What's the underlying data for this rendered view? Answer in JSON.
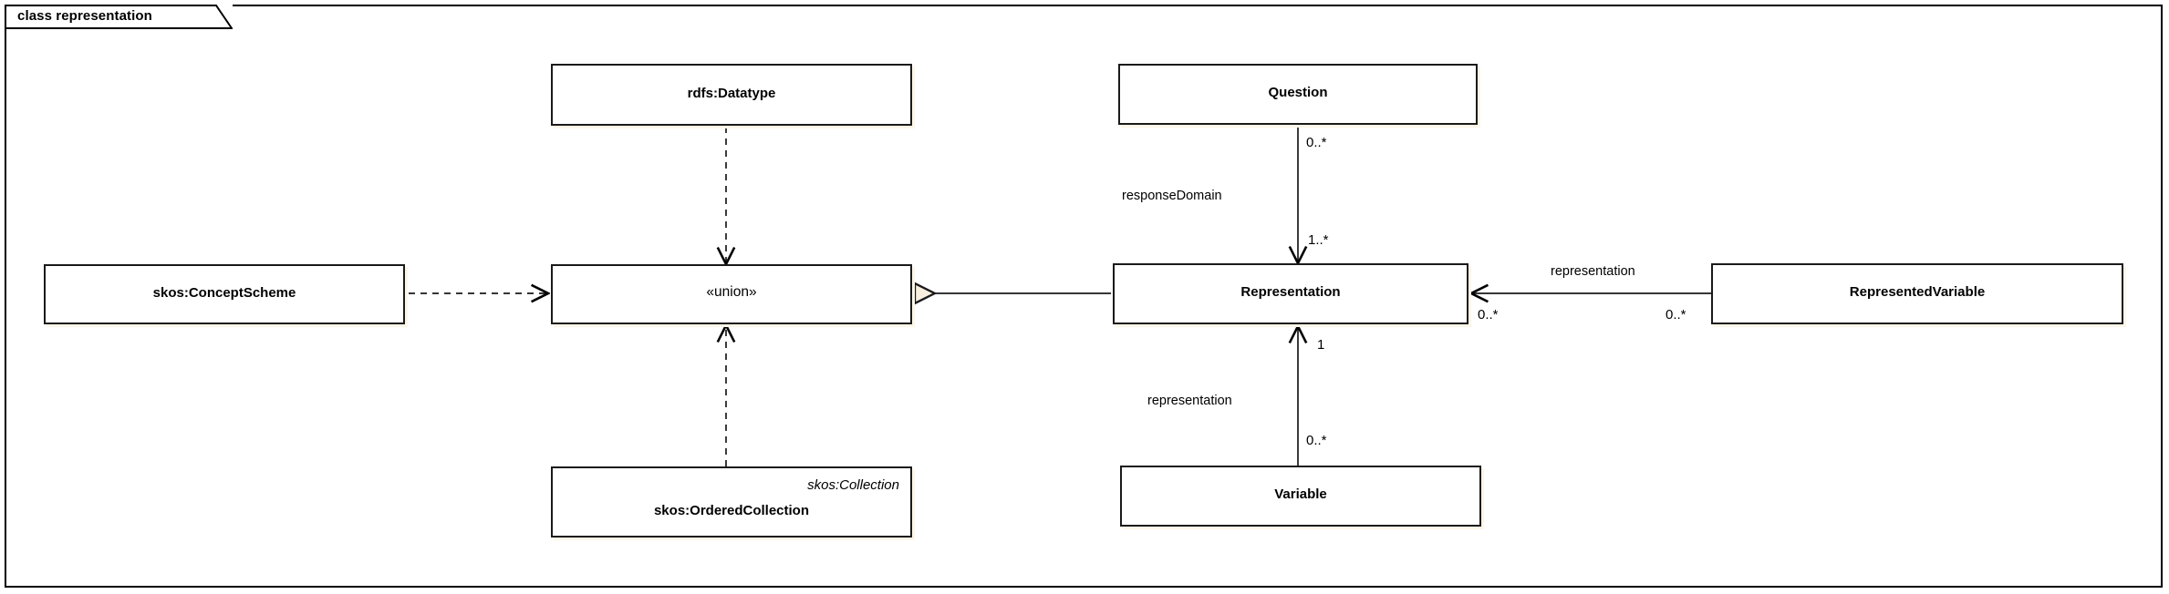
{
  "diagram": {
    "title": "class representation",
    "frame_border_color": "#000000",
    "box_border_color": "#1a1a1a",
    "box_fill": "#ffffff",
    "shadow_color": "#fdf6e8",
    "line_color": "#000000"
  },
  "classes": [
    {
      "id": "rdfs-datatype",
      "name": "rdfs:Datatype",
      "stereotype": "",
      "qualifier": "",
      "bold": true
    },
    {
      "id": "union",
      "name": "«union»",
      "stereotype": "union",
      "qualifier": "",
      "bold": false
    },
    {
      "id": "skos-conceptscheme",
      "name": "skos:ConceptScheme",
      "stereotype": "",
      "qualifier": "",
      "bold": true
    },
    {
      "id": "skos-orderedcollection",
      "name": "skos:OrderedCollection",
      "stereotype": "",
      "qualifier": "skos:Collection",
      "bold": true
    },
    {
      "id": "question",
      "name": "Question",
      "stereotype": "",
      "qualifier": "",
      "bold": true
    },
    {
      "id": "representation",
      "name": "Representation",
      "stereotype": "",
      "qualifier": "",
      "bold": true
    },
    {
      "id": "representedvariable",
      "name": "RepresentedVariable",
      "stereotype": "",
      "qualifier": "",
      "bold": true
    },
    {
      "id": "variable",
      "name": "Variable",
      "stereotype": "",
      "qualifier": "",
      "bold": true
    }
  ],
  "relationships": [
    {
      "id": "datatype-union",
      "from": "rdfs-datatype",
      "to": "union",
      "type": "dependency",
      "line": "dashed",
      "arrowhead": "open",
      "label": "",
      "source_multiplicity": "",
      "target_multiplicity": ""
    },
    {
      "id": "orderedcollection-union",
      "from": "skos-orderedcollection",
      "to": "union",
      "type": "dependency",
      "line": "dashed",
      "arrowhead": "open",
      "label": "",
      "source_multiplicity": "",
      "target_multiplicity": ""
    },
    {
      "id": "conceptscheme-union",
      "from": "skos-conceptscheme",
      "to": "union",
      "type": "dependency",
      "line": "dashed",
      "arrowhead": "open",
      "label": "",
      "source_multiplicity": "",
      "target_multiplicity": ""
    },
    {
      "id": "representation-union",
      "from": "representation",
      "to": "union",
      "type": "generalization",
      "line": "solid",
      "arrowhead": "hollow-triangle",
      "label": "",
      "source_multiplicity": "",
      "target_multiplicity": ""
    },
    {
      "id": "question-representation",
      "from": "question",
      "to": "representation",
      "type": "association",
      "line": "solid",
      "arrowhead": "open",
      "label": "responseDomain",
      "source_multiplicity": "0..*",
      "target_multiplicity": "1..*"
    },
    {
      "id": "representedvariable-representation",
      "from": "representedvariable",
      "to": "representation",
      "type": "association",
      "line": "solid",
      "arrowhead": "open",
      "label": "representation",
      "source_multiplicity": "0..*",
      "target_multiplicity": "0..*"
    },
    {
      "id": "variable-representation",
      "from": "variable",
      "to": "representation",
      "type": "association",
      "line": "solid",
      "arrowhead": "open",
      "label": "representation",
      "source_multiplicity": "0..*",
      "target_multiplicity": "1"
    }
  ],
  "labels": {
    "responseDomain": "responseDomain",
    "representation_right": "representation",
    "representation_bottom": "representation",
    "mult_question_end": "0..*",
    "mult_representation_top": "1..*",
    "mult_representation_right": "0..*",
    "mult_representedvariable_end": "0..*",
    "mult_representation_bottom": "1",
    "mult_variable_end": "0..*"
  }
}
